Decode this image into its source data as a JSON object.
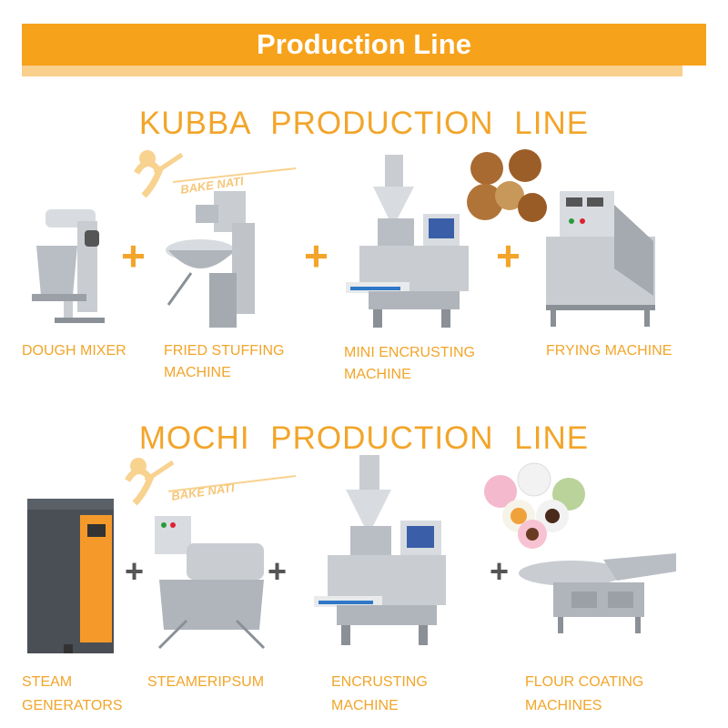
{
  "banner": {
    "title": "Production Line"
  },
  "watermark": {
    "text": "BAKE NATI"
  },
  "kubba": {
    "title": "KUBBA   PRODUCTION   LINE",
    "plus": "+",
    "labels": {
      "mixer_1": "DOUGH MIXER",
      "stuffing_1": "FRIED STUFFING",
      "stuffing_2": "MACHINE",
      "encrust_1": "MINI  ENCRUSTING",
      "encrust_2": "MACHINE",
      "frying_1": "FRYING  MACHINE"
    }
  },
  "mochi": {
    "title": "MOCHI   PRODUCTION   LINE",
    "plus": "+",
    "labels": {
      "steam_1": "STEAM",
      "steam_2": "GENERATORS",
      "steamer_1": "STEAMERIPSUM",
      "encrust_1": "ENCRUSTING",
      "encrust_2": "MACHINE",
      "coating_1": "FLOUR COATING",
      "coating_2": "MACHINES"
    }
  },
  "colors": {
    "brand": "#f7a21b",
    "text": "#f2a52a",
    "steel": "#c9cdd2",
    "orange_panel": "#f59a2a"
  }
}
